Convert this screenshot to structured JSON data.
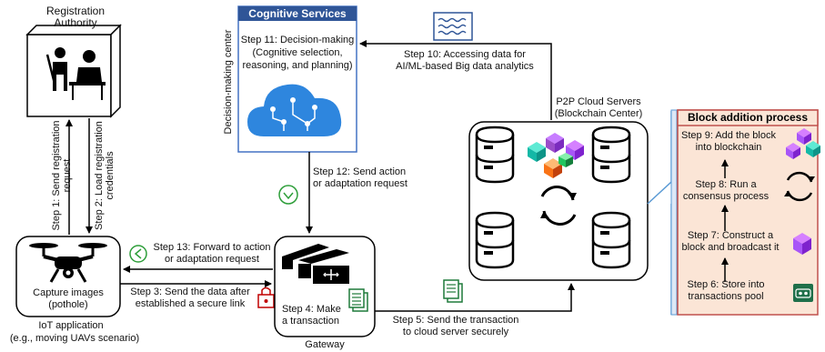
{
  "registration": {
    "title_line1": "Registration",
    "title_line2": "Authority"
  },
  "cognitive": {
    "title": "Cognitive Services",
    "side_label": "Decision-making center",
    "step11_line1": "Step 11: Decision-making",
    "step11_line2": "(Cognitive selection,",
    "step11_line3": "reasoning, and planning)"
  },
  "iot": {
    "caption_line1": "Capture images",
    "caption_line2": "(pothole)",
    "app_line1": "IoT application",
    "app_line2": "(e.g., moving UAVs scenario)"
  },
  "gateway": {
    "label": "Gateway",
    "step4_line1": "Step 4: Make",
    "step4_line2": "a transaction"
  },
  "cloud": {
    "title_line1": "P2P Cloud Servers",
    "title_line2": "(Blockchain Center)"
  },
  "block_process": {
    "title": "Block addition process",
    "step9_line1": "Step 9: Add the block",
    "step9_line2": "into blockchain",
    "step8_line1": "Step 8: Run a",
    "step8_line2": "consensus process",
    "step7_line1": "Step 7: Construct a",
    "step7_line2": "block and broadcast it",
    "step6_line1": "Step 6: Store into",
    "step6_line2": "transactions pool"
  },
  "steps": {
    "step1_line1": "Step 1: Send registration",
    "step1_line2": "request",
    "step2_line1": "Step 2: Load registration",
    "step2_line2": "credentials",
    "step3_line1": "Step 3: Send the data after",
    "step3_line2": "established a secure link",
    "step5_line1": "Step 5: Send the transaction",
    "step5_line2": "to cloud server securely",
    "step10_line1": "Step 10: Accessing data for",
    "step10_line2": "AI/ML-based Big data analytics",
    "step12_line1": "Step 12: Send action",
    "step12_line2": "or adaptation request",
    "step13_line1": "Step 13: Forward to action",
    "step13_line2": "or adaptation request"
  }
}
